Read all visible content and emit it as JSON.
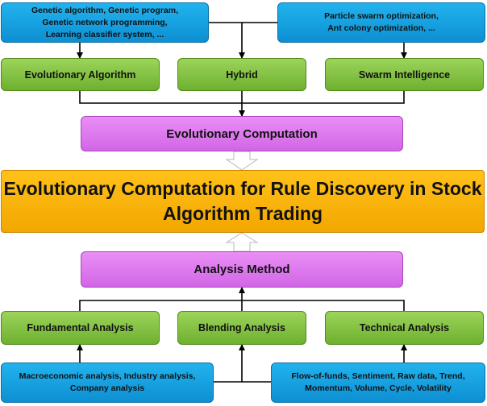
{
  "top_left_box": {
    "lines": [
      "Genetic algorithm, Genetic program,",
      "Genetic network programming,",
      "Learning classifier system, ..."
    ]
  },
  "top_right_box": {
    "lines": [
      "Particle swarm optimization,",
      "Ant colony optimization, ..."
    ]
  },
  "top_categories": [
    "Evolutionary Algorithm",
    "Hybrid",
    "Swarm Intelligence"
  ],
  "evolutionary_computation": "Evolutionary Computation",
  "main_title": {
    "lines": [
      "Evolutionary Computation for Rule Discovery in Stock",
      "Algorithm Trading"
    ]
  },
  "analysis_method": "Analysis Method",
  "bottom_categories": [
    "Fundamental Analysis",
    "Blending Analysis",
    "Technical Analysis"
  ],
  "bottom_left_box": {
    "lines": [
      "Macroeconomic analysis, Industry analysis,",
      "Company analysis"
    ]
  },
  "bottom_right_box": {
    "lines": [
      "Flow-of-funds, Sentiment, Raw data, Trend,",
      "Momentum, Volume, Cycle, Volatility"
    ]
  },
  "colors": {
    "blue_box": "#1aa5e6",
    "green_box": "#86c544",
    "purple_box": "#de7cee",
    "orange_box": "#fbb80e",
    "connector": "#000000",
    "hollow_arrow": "#ffffff"
  }
}
